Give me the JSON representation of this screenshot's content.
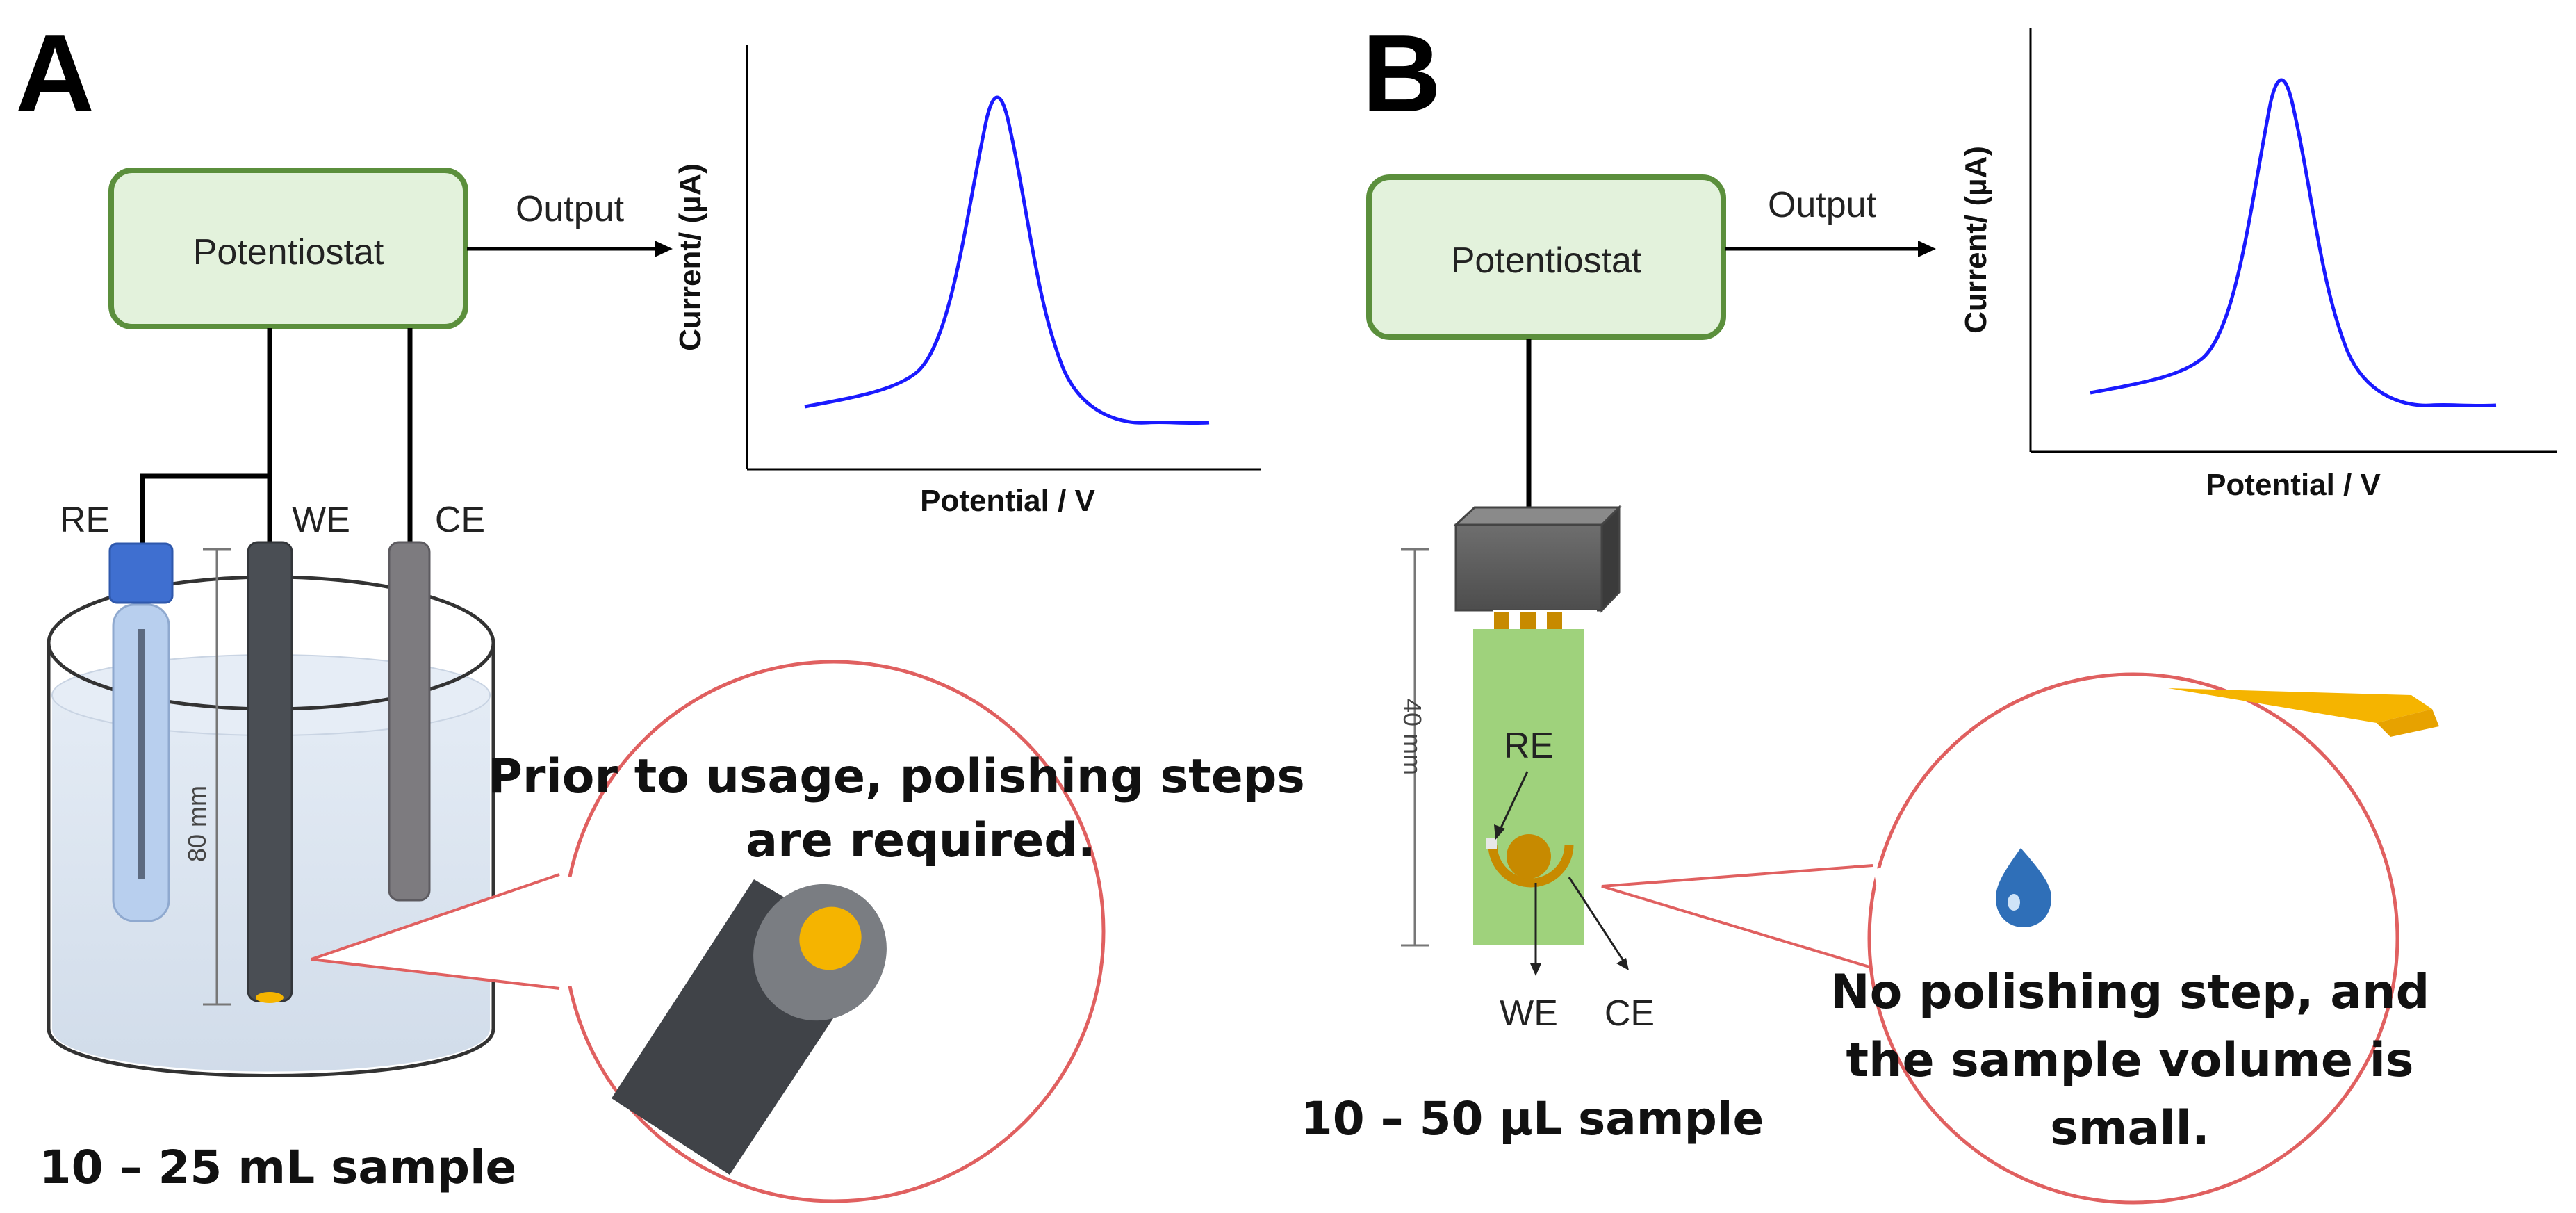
{
  "panel_a": {
    "letter": "A",
    "potentiostat": "Potentiostat",
    "output": "Output",
    "y_axis": "Current/ (µA)",
    "x_axis": "Potential / V",
    "re": "RE",
    "we": "WE",
    "ce": "CE",
    "dimension": "80 mm",
    "callout_line1": "Prior to usage, polishing steps",
    "callout_line2": "are required.",
    "sample": "10 – 25 mL sample"
  },
  "panel_b": {
    "letter": "B",
    "potentiostat": "Potentiostat",
    "output": "Output",
    "y_axis": "Current/ (µA)",
    "x_axis": "Potential / V",
    "re": "RE",
    "we": "WE",
    "ce": "CE",
    "dimension": "40 mm",
    "callout_line1": "No polishing step, and",
    "callout_line2": "the sample volume is",
    "callout_line3": "small.",
    "sample": "10 – 50 µL sample"
  },
  "colors": {
    "box_fill": "#e3f2dc",
    "box_stroke": "#5b8f3c",
    "curve": "#1a1aff",
    "callout": "#e06060",
    "electrode_gold": "#f5b400",
    "strip": "#9fd27c"
  }
}
